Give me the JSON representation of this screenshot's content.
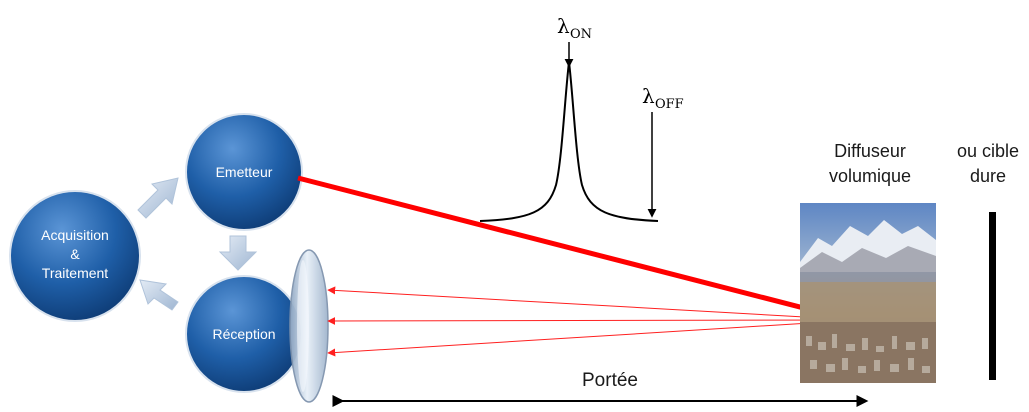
{
  "nodes": {
    "emetteur": "Emetteur",
    "reception": "Réception",
    "acquisition": [
      "Acquisition",
      "&",
      "Traitement"
    ]
  },
  "spectrum": {
    "lambda_symbol": "λ",
    "on_sub": "ON",
    "off_sub": "OFF"
  },
  "target": {
    "diffuser_label": [
      "Diffuseur",
      "volumique"
    ],
    "hard_target_label": [
      "ou cible",
      "dure"
    ]
  },
  "range_label": "Portée",
  "colors": {
    "node_fill": "#1f5fa8",
    "node_dark": "#0d3a73",
    "laser_beam": "#ff0000",
    "return_beams": "#ff2020",
    "flow_arrows": "#b8c9dd"
  }
}
